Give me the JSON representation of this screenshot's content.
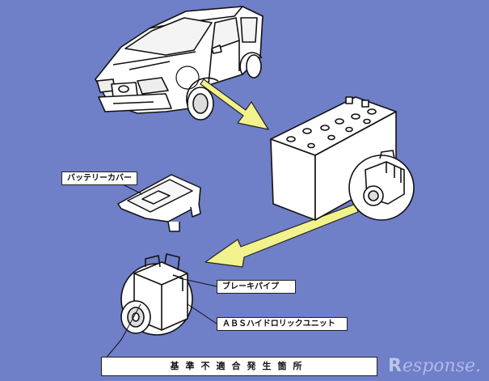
{
  "labels": {
    "battery_cover": "バッテリーカバー",
    "brake_pipe": "ブレーキパイプ",
    "abs_unit": "ＡＢＳハイドロリックユニット",
    "defect_location": "基準不適合発生箇所"
  },
  "watermark": {
    "brand": "esponse.",
    "mark": "R"
  },
  "colors": {
    "background": "#6f7fc8",
    "arrow": "#f2f28c",
    "ink": "#111111",
    "paper": "#ffffff"
  }
}
